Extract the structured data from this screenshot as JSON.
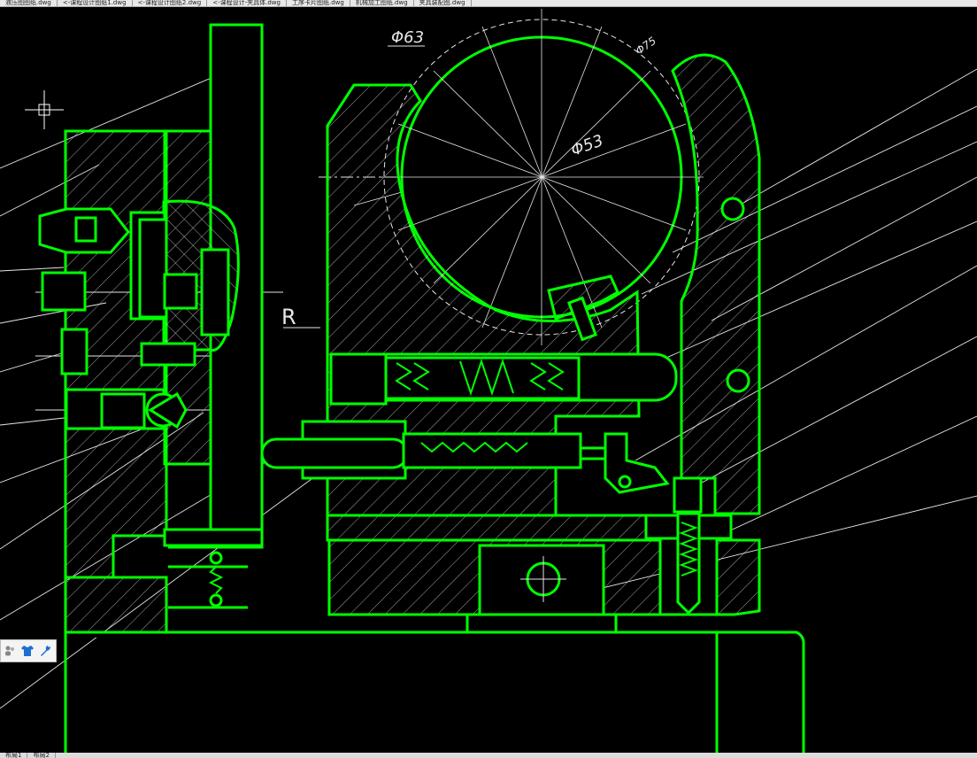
{
  "tabs": [
    {
      "label": "液压图图纸.dwg"
    },
    {
      "label": "<-课程设计图纸1.dwg"
    },
    {
      "label": "<-课程设计图纸2.dwg"
    },
    {
      "label": "<-课程设计-夹具体.dwg"
    },
    {
      "label": "工序卡片图纸.dwg"
    },
    {
      "label": "机械加工图纸.dwg"
    },
    {
      "label": "夹具装配图.dwg"
    }
  ],
  "dimensions": {
    "d63": "Φ63",
    "d53": "Φ53",
    "d75": "Φ75",
    "r_label": "R"
  },
  "toolbar": {
    "items": [
      {
        "icon": "users-icon"
      },
      {
        "icon": "shirt-icon"
      },
      {
        "icon": "wrench-icon"
      }
    ]
  },
  "layout_tabs": [
    {
      "label": "布局1"
    },
    {
      "label": "布局2"
    }
  ],
  "colors": {
    "background": "#000000",
    "outline": "#00ff00",
    "hatch": "#cfcfcf",
    "dimension": "#ffffff"
  }
}
